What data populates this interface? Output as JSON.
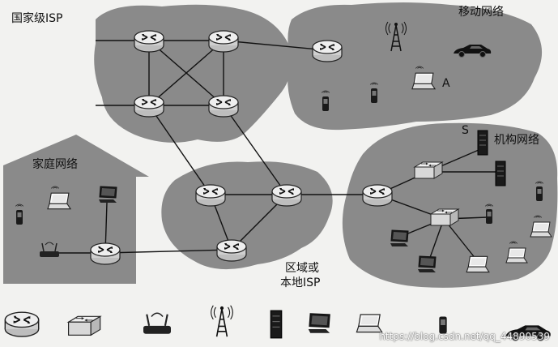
{
  "labels": {
    "national_isp": "国家级ISP",
    "mobile_network": "移动网络",
    "home_network": "家庭网络",
    "institution_network": "机构网络",
    "regional_isp_line1": "区域或",
    "regional_isp_line2": "本地ISP",
    "host_a": "A",
    "server_s": "S"
  },
  "watermark": "https://blog.csdn.net/qq_44890539",
  "legend_icons": [
    "router-icon",
    "switch-icon",
    "wireless-access-point-icon",
    "cell-tower-icon",
    "server-icon",
    "desktop-computer-icon",
    "laptop-icon",
    "smartphone-icon",
    "car-icon"
  ],
  "colors": {
    "region_fill": "#8a8a8a",
    "router_body": "#e6e6e6",
    "link": "#111111",
    "background": "#f2f2f0"
  }
}
